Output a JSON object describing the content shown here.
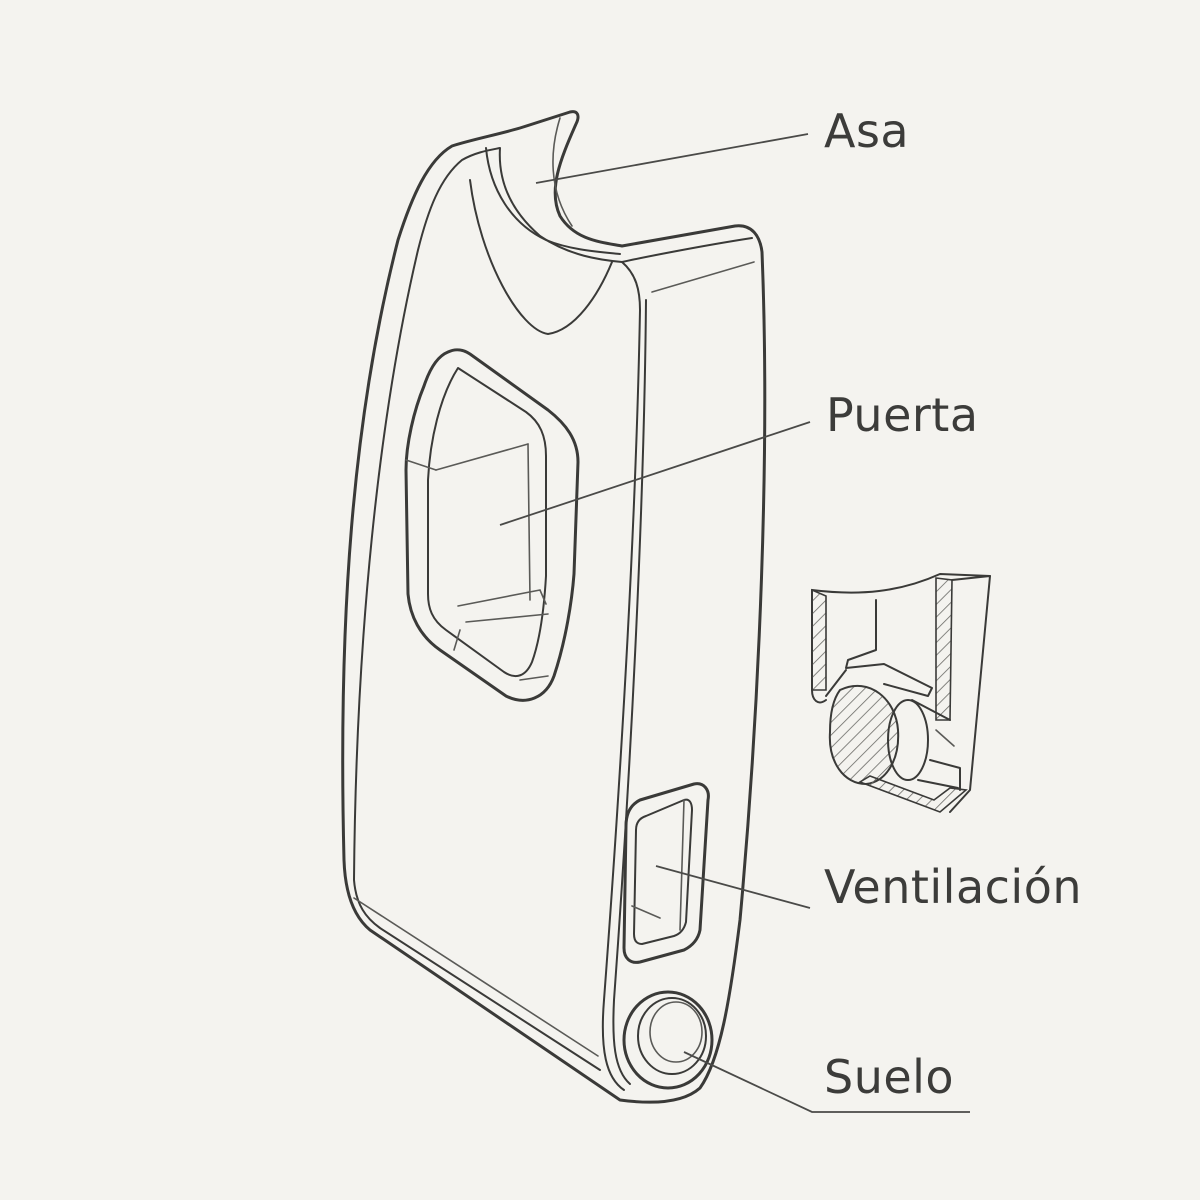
{
  "labels": {
    "handle": "Asa",
    "door": "Puerta",
    "vent": "Ventilación",
    "floor": "Suelo"
  },
  "colors": {
    "background": "#f4f3ef",
    "line": "#3a3a38",
    "text": "#3c3c3a"
  }
}
